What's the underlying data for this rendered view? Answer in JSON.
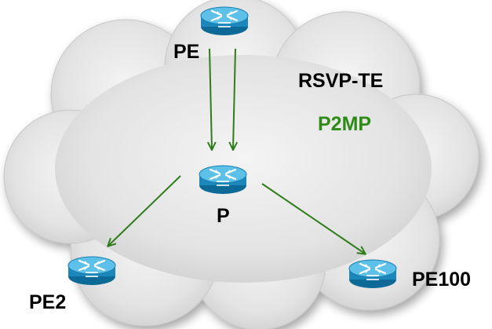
{
  "diagram": {
    "nodes": [
      {
        "id": "pe",
        "label": "PE",
        "icon": "router-icon"
      },
      {
        "id": "p",
        "label": "P",
        "icon": "router-icon"
      },
      {
        "id": "pe2",
        "label": "PE2",
        "icon": "router-icon"
      },
      {
        "id": "pe100",
        "label": "PE100",
        "icon": "router-icon"
      }
    ],
    "edges": [
      {
        "from": "pe",
        "to": "p"
      },
      {
        "from": "pe",
        "to": "p"
      },
      {
        "from": "p",
        "to": "pe2"
      },
      {
        "from": "p",
        "to": "pe100"
      }
    ],
    "protocol_label": "RSVP-TE",
    "lsp_type_label": "P2MP",
    "colors": {
      "arrow": "#2e7d1a",
      "p2mp_text": "#2e8b16",
      "label_text": "#000000",
      "router_body": "#1f8fc4",
      "router_top": "#5cc0e8",
      "cloud": "#e6e6e6"
    }
  }
}
